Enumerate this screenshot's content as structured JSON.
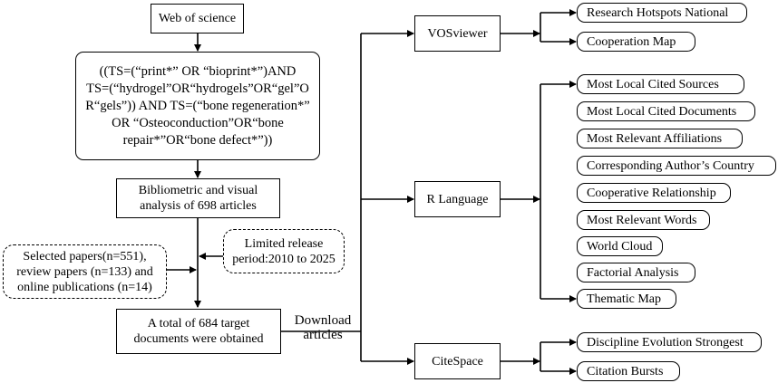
{
  "start": "Web of science",
  "query": "((TS=(“print*” OR “bioprint*”)AND\nTS=(“hydrogel”OR“hydrogels”OR“gel”O\nR“gels”)) AND TS=(“bone regeneration*”\nOR “Osteoconduction”OR“bone\nrepair*”OR“bone defect*”))",
  "analysis": "Bibliometric and visual\nanalysis of 698 articles",
  "excluded": "Selected papers(n=551),\nreview papers (n=133) and\nonline publications (n=14)",
  "limit": "Limited release\nperiod:2010 to 2025",
  "target": "A total of 684 target\ndocuments were obtained",
  "download_label": "Download\narticles",
  "tools": {
    "vosviewer": {
      "name": "VOSviewer",
      "outputs": [
        "Research Hotspots National",
        "Cooperation Map"
      ]
    },
    "r_language": {
      "name": "R Language",
      "outputs": [
        "Most Local Cited Sources",
        "Most Local Cited Documents",
        "Most Relevant Affiliations",
        "Corresponding Author’s Country",
        "Cooperative Relationship",
        "Most Relevant Words",
        "World Cloud",
        "Factorial Analysis",
        "Thematic Map"
      ]
    },
    "citespace": {
      "name": "CiteSpace",
      "outputs": [
        "Discipline Evolution Strongest",
        "Citation Bursts"
      ]
    }
  }
}
